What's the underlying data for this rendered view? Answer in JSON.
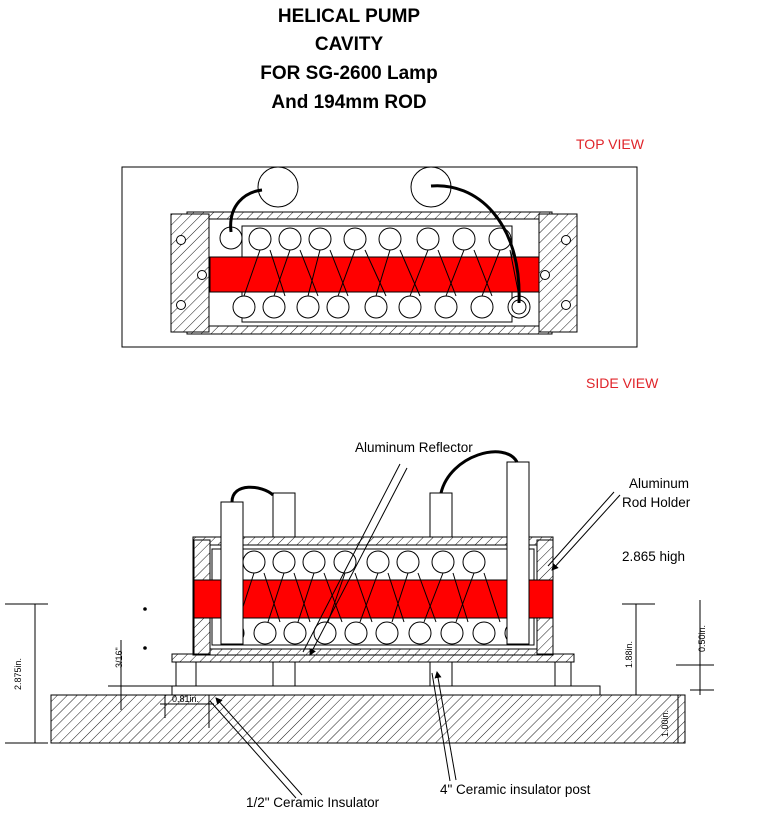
{
  "title": {
    "line1": "HELICAL PUMP",
    "line2": "CAVITY",
    "line3": "FOR SG-2600 Lamp",
    "line4": "And 194mm ROD"
  },
  "views": {
    "top": "TOP VIEW",
    "side": "SIDE VIEW"
  },
  "callouts": {
    "reflector": "Aluminum Reflector",
    "rod_holder_line1": "Aluminum",
    "rod_holder_line2": "Rod Holder",
    "height_note": "2.865 high",
    "insulator": "1/2\" Ceramic Insulator",
    "post": "4\" Ceramic insulator post"
  },
  "dimensions": {
    "overall": "2.875in.",
    "three_sixteenths": "3/16\"",
    "gap": "0.81in.",
    "rod_height": "1.88in.",
    "half_inch": "0.50in.",
    "base": "1.00in."
  },
  "colors": {
    "laser_rod": "#ff0000",
    "view_label": "#e0242a",
    "line": "#000000"
  }
}
